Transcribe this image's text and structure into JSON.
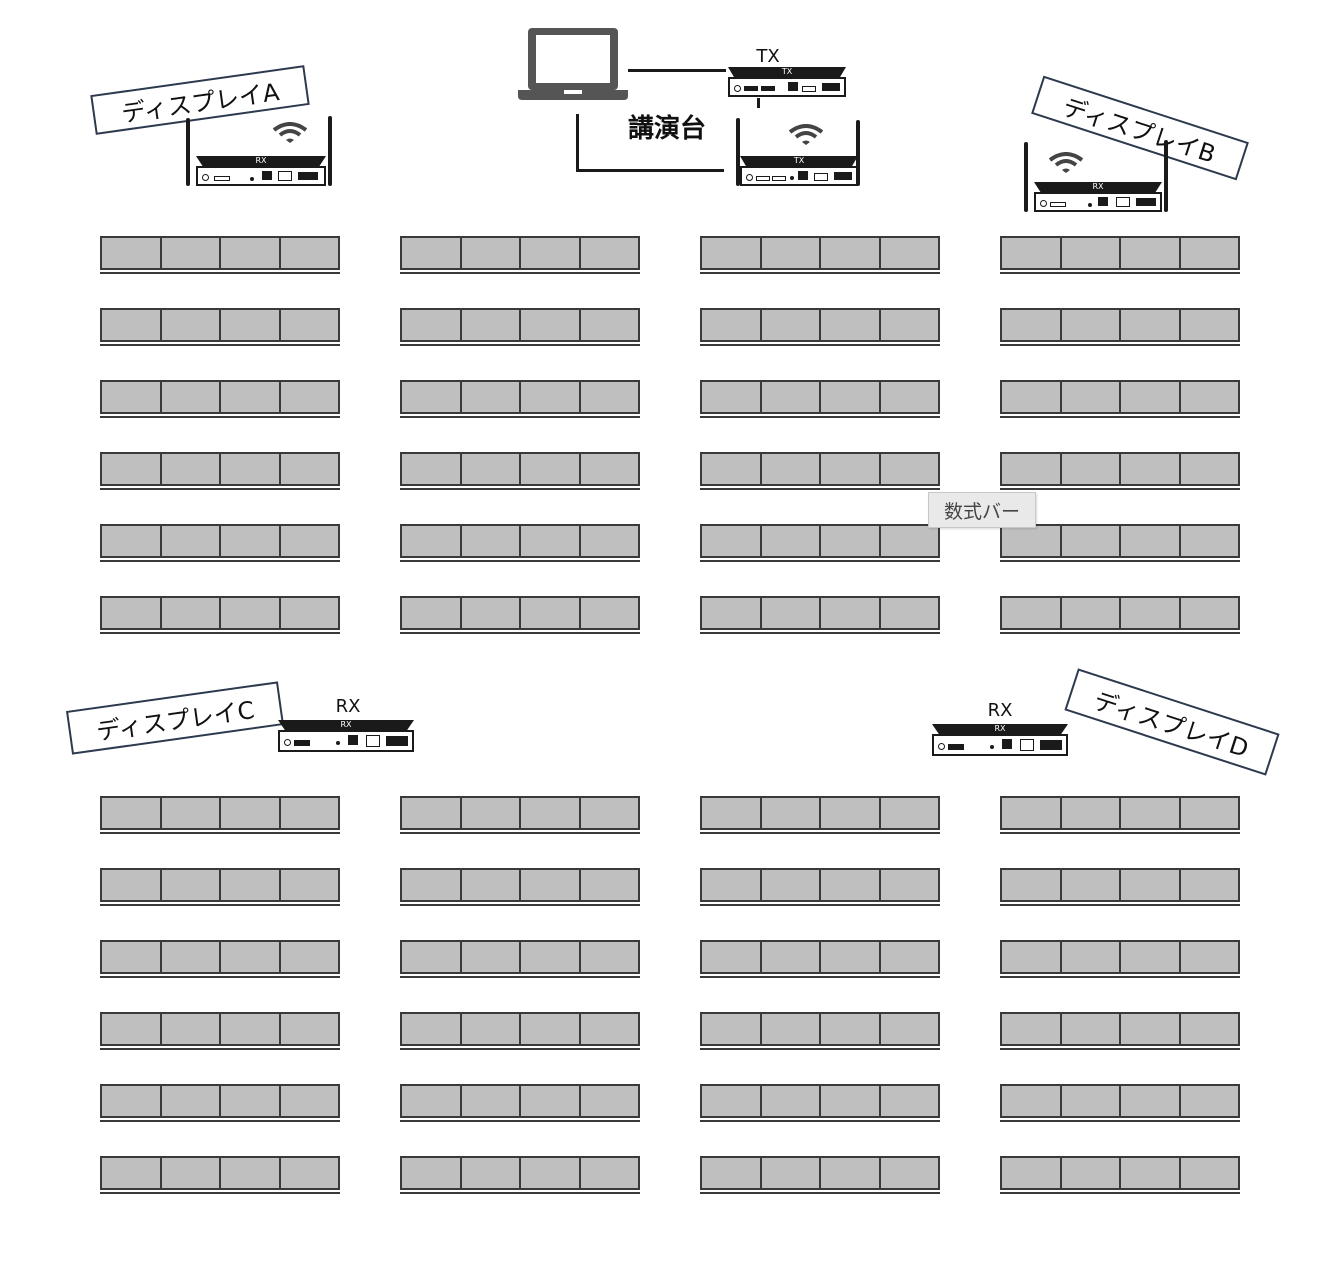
{
  "podium": {
    "label": "講演台",
    "tx_label": "TX"
  },
  "displays": [
    {
      "id": "A",
      "label": "ディスプレイA"
    },
    {
      "id": "B",
      "label": "ディスプレイB"
    },
    {
      "id": "C",
      "label": "ディスプレイC"
    },
    {
      "id": "D",
      "label": "ディスプレイD"
    }
  ],
  "devices": {
    "tx_tag": "TX",
    "rx_tag": "RX",
    "rx_caption": "RX"
  },
  "tooltip": {
    "formula_bar": "数式バー"
  },
  "colors": {
    "seat": "#bfbfbf",
    "line": "#1a1a1a",
    "label_border": "#2d3a4e"
  }
}
